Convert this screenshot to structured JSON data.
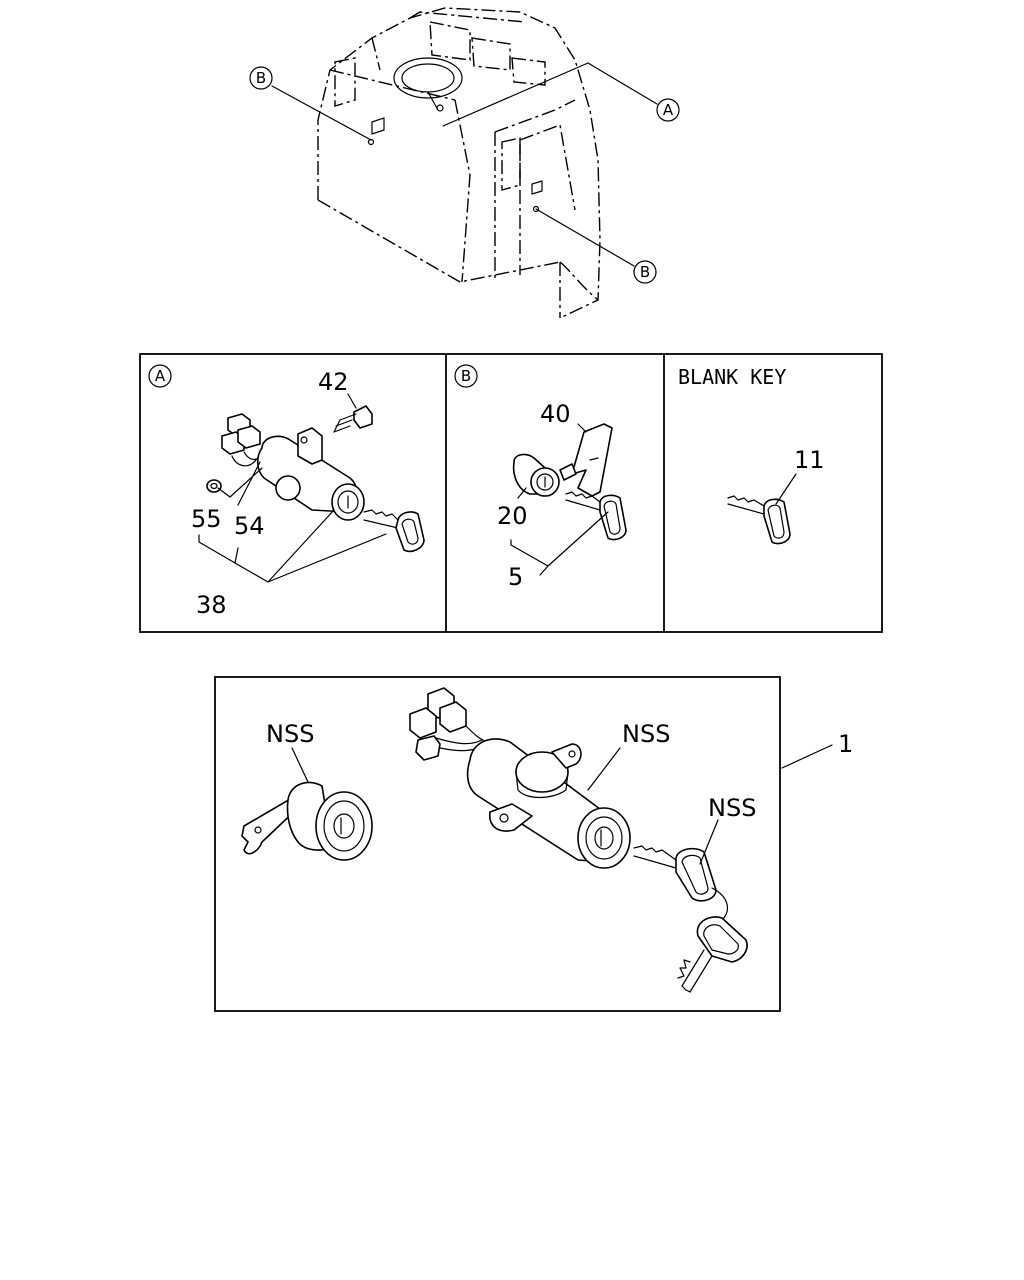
{
  "labels": {
    "A": "A",
    "B": "B",
    "blank_key": "BLANK KEY",
    "nss": "NSS"
  },
  "parts": {
    "p42": "42",
    "p55": "55",
    "p54": "54",
    "p38": "38",
    "p40": "40",
    "p20": "20",
    "p5": "5",
    "p11": "11",
    "p1": "1"
  }
}
